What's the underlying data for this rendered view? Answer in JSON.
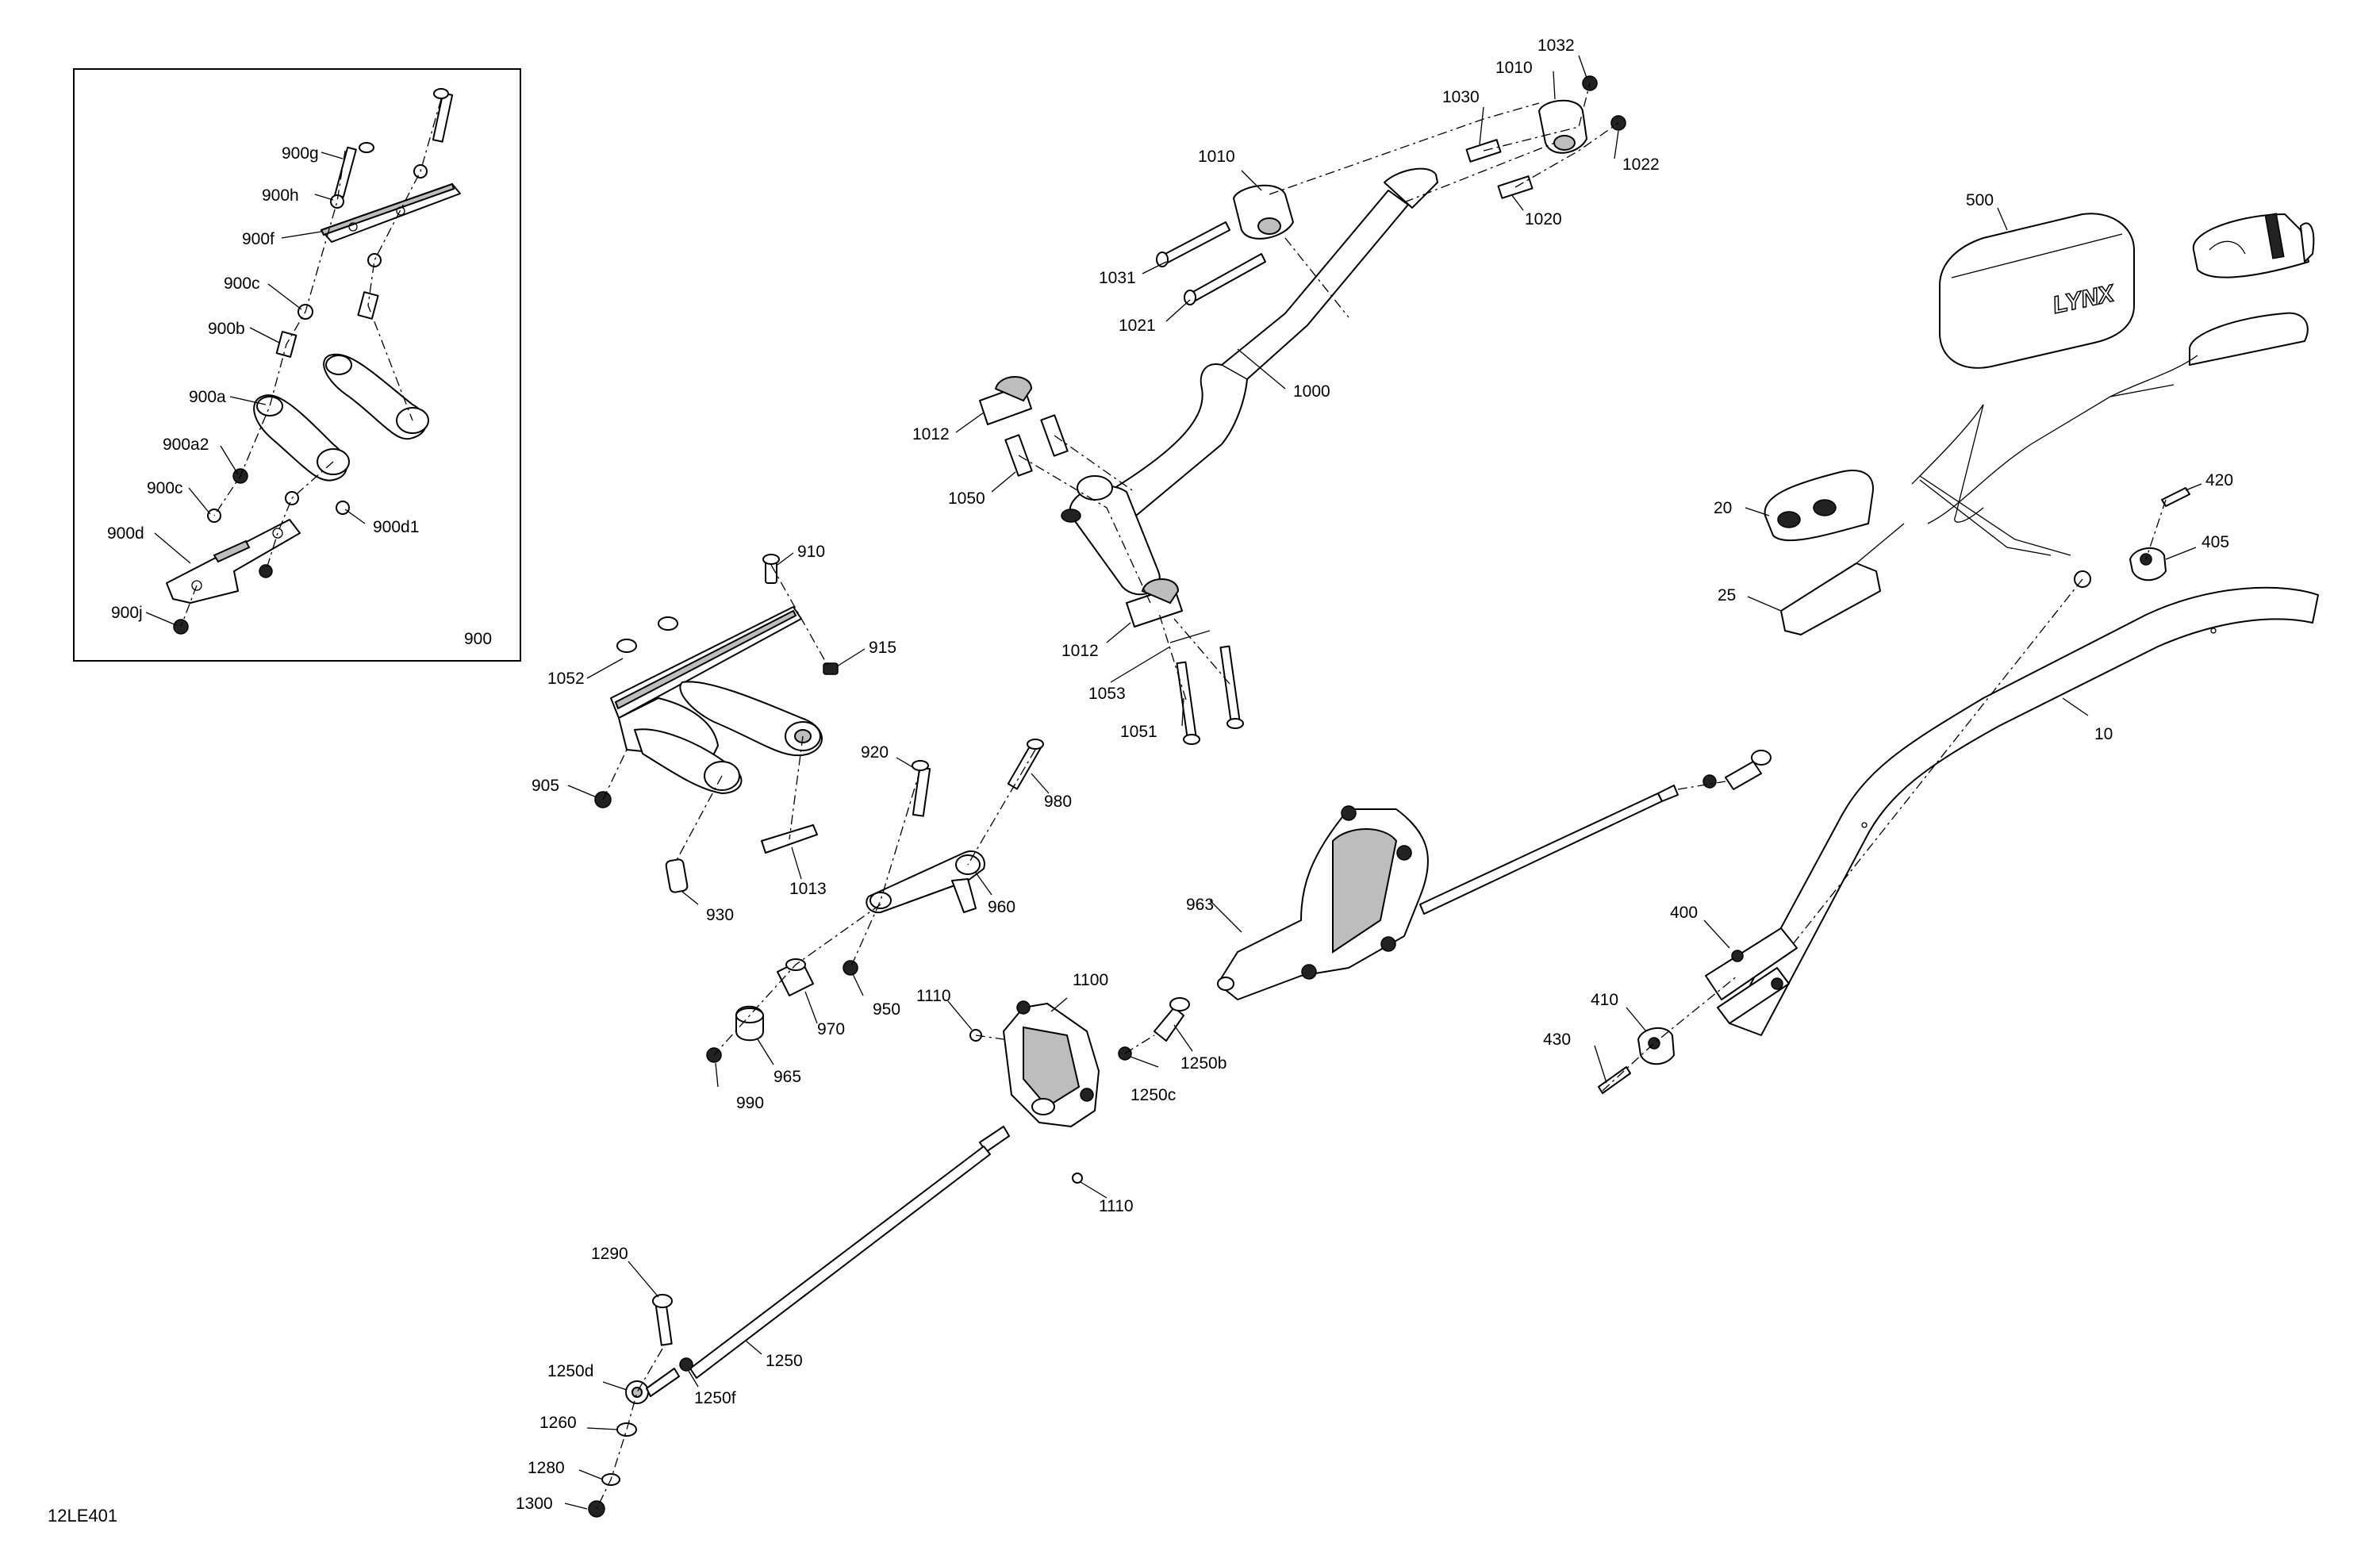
{
  "diagram_id": "12LE401",
  "inset": {
    "group_label": "900"
  },
  "labels": {
    "l900g": "900g",
    "l900h": "900h",
    "l900f": "900f",
    "l900c_top": "900c",
    "l900b": "900b",
    "l900a": "900a",
    "l900a2": "900a2",
    "l900c_bot": "900c",
    "l900d": "900d",
    "l900d1": "900d1",
    "l900j": "900j",
    "l900": "900",
    "l910": "910",
    "l915": "915",
    "l1052": "1052",
    "l905": "905",
    "l930": "930",
    "l1013": "1013",
    "l920": "920",
    "l980": "980",
    "l960": "960",
    "l950": "950",
    "l970": "970",
    "l965": "965",
    "l990": "990",
    "l1012_top": "1012",
    "l1050": "1050",
    "l1012_bot": "1012",
    "l1053": "1053",
    "l1051": "1051",
    "l1000": "1000",
    "l1010_left": "1010",
    "l1031": "1031",
    "l1021": "1021",
    "l1030": "1030",
    "l1010_right": "1010",
    "l1032": "1032",
    "l1022": "1022",
    "l1020": "1020",
    "l963": "963",
    "l1100": "1100",
    "l1110_top": "1110",
    "l1110_bot": "1110",
    "l1250b": "1250b",
    "l1250c": "1250c",
    "l1250": "1250",
    "l1290": "1290",
    "l1250d": "1250d",
    "l1250f": "1250f",
    "l1260": "1260",
    "l1280": "1280",
    "l1300": "1300",
    "l500": "500",
    "l20": "20",
    "l25": "25",
    "l420": "420",
    "l405": "405",
    "l10": "10",
    "l400": "400",
    "l410": "410",
    "l430": "430"
  },
  "logo_text": "LYNX",
  "colors": {
    "line": "#000000",
    "shade": "#bdbdbd",
    "background": "#ffffff"
  }
}
